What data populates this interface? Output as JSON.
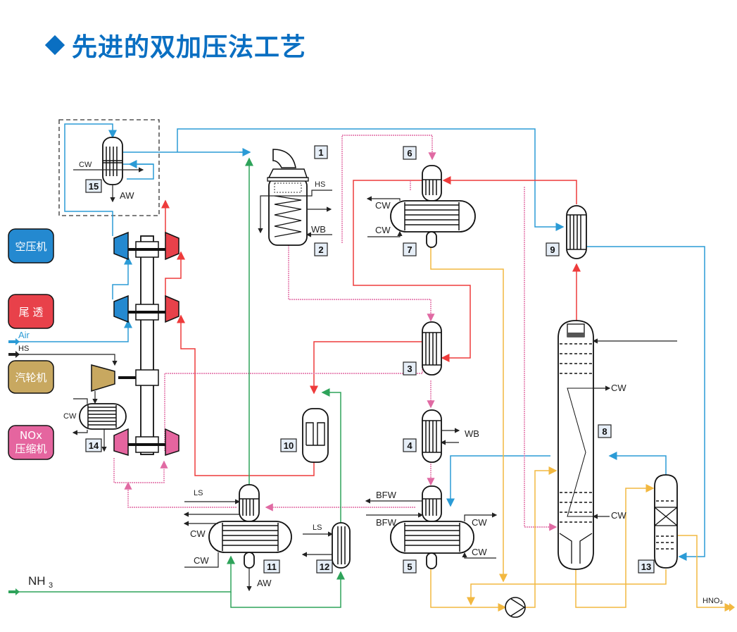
{
  "title": "先进的双加压法工艺",
  "legend": [
    {
      "label": "空压机",
      "color": "#2489d0"
    },
    {
      "label": "尾 透",
      "color": "#e8414a"
    },
    {
      "label": "汽轮机",
      "color": "#c8a860"
    },
    {
      "label_line1": "NOx",
      "label_line2": "压缩机",
      "color": "#e5659f"
    }
  ],
  "equipment_numbers": [
    "1",
    "2",
    "3",
    "4",
    "5",
    "6",
    "7",
    "8",
    "9",
    "10",
    "11",
    "12",
    "13",
    "14",
    "15"
  ],
  "stream_labels": {
    "air": "Air",
    "hs": "HS",
    "cw": "CW",
    "aw": "AW",
    "wb": "WB",
    "ls": "LS",
    "bfw": "BFW",
    "nh3_main": "NH",
    "nh3_sub": "3",
    "hno3": "HNO₃"
  },
  "colors": {
    "air_stream": "#2b9bd6",
    "tail_gas": "#ee3b3b",
    "nox": "#e06aa3",
    "ammonia": "#2ea35a",
    "acid": "#f2b840",
    "utility": "#222222",
    "title": "#0a6fc2"
  }
}
